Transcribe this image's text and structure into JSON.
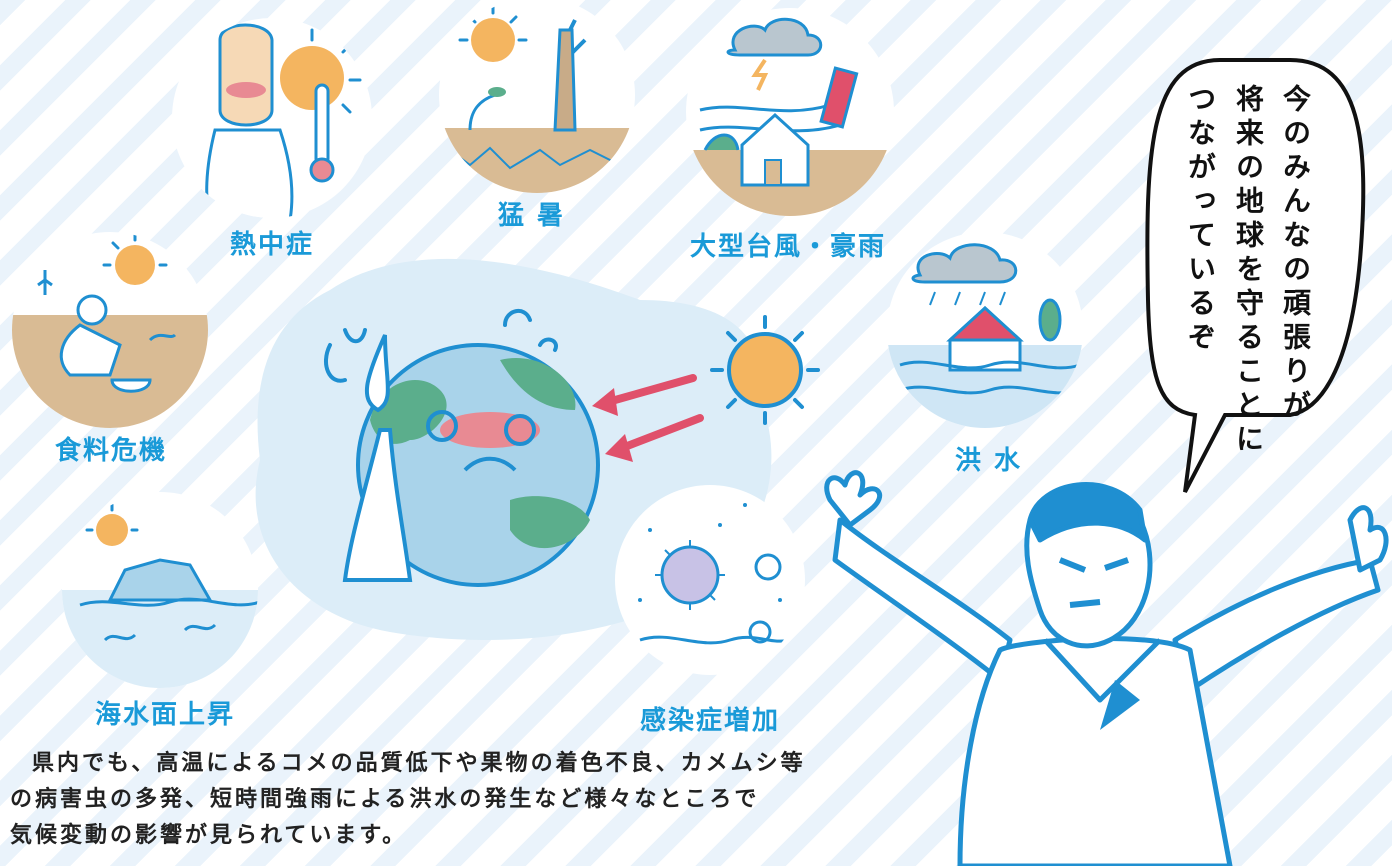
{
  "labels": {
    "heatstroke": "熱中症",
    "extreme_heat": "猛 暑",
    "typhoon_rain": "大型台風・豪雨",
    "food_crisis": "食料危機",
    "flood": "洪 水",
    "sea_level_rise": "海水面上昇",
    "infection_increase": "感染症増加"
  },
  "speech_bubble": {
    "line1": "今のみんなの頑張りが",
    "line2": "将来の地球を守ることに",
    "line3": "つながっているぞ"
  },
  "body_text": {
    "line1": "県内でも、高温によるコメの品質低下や果物の着色不良、カメムシ等",
    "line2": "の病害虫の多発、短時間強雨による洪水の発生など様々なところで",
    "line3": "気候変動の影響が見られています。"
  },
  "colors": {
    "label_blue": "#1a9ad8",
    "outline_blue": "#1f8fd1",
    "sun_orange": "#f4b560",
    "arrow_red": "#e0506b",
    "earth_blue": "#a9d3ea",
    "earth_green": "#5bae8c",
    "ground_tan": "#d9bb94",
    "cheek_pink": "#e88a93",
    "stripe_blue": "#eaf3fb"
  },
  "icons": [
    "heatstroke-person-icon",
    "sun-icon",
    "thermometer-icon",
    "dead-tree-icon",
    "storm-cloud-icon",
    "house-icon",
    "flood-house-icon",
    "virus-icon",
    "iceberg-icon",
    "crying-earth-icon",
    "speech-bubble",
    "man-character"
  ]
}
